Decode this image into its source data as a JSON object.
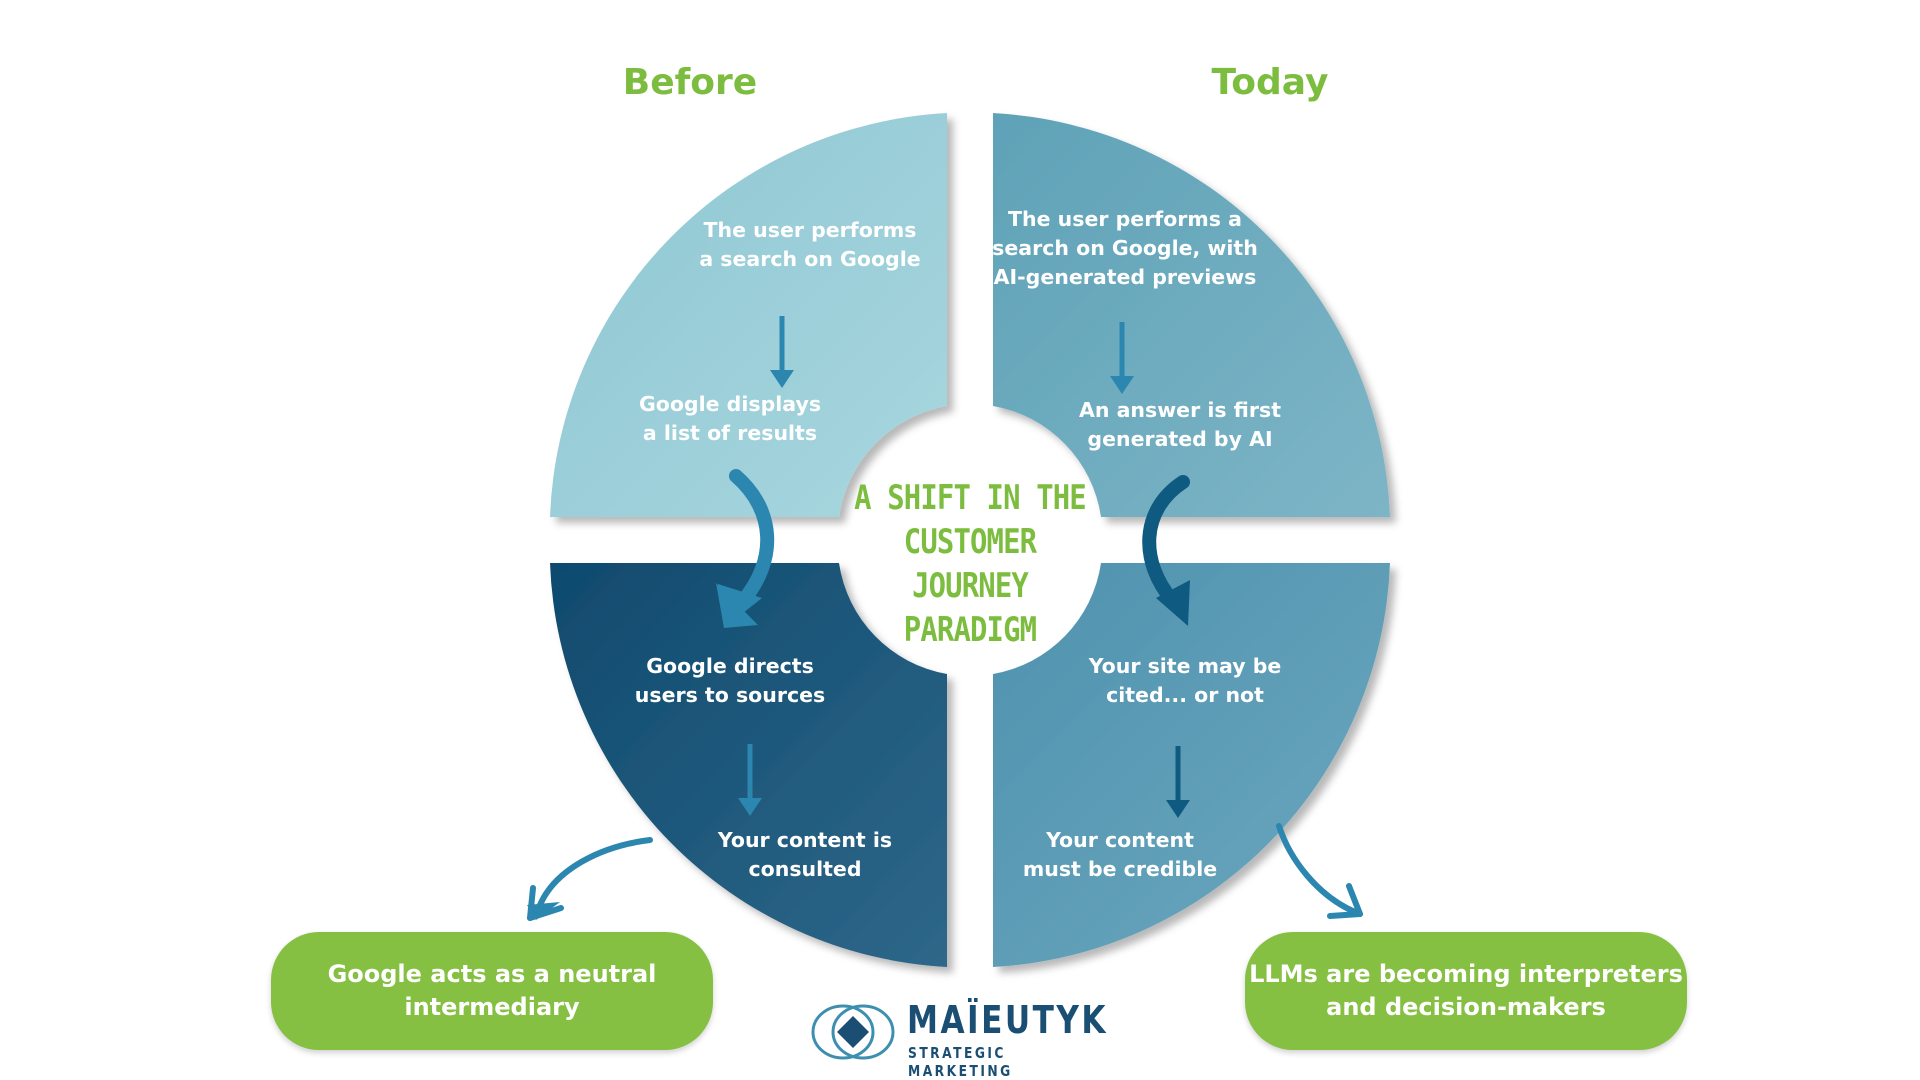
{
  "headings": {
    "before": "Before",
    "today": "Today"
  },
  "center_title": "A SHIFT IN THE\nCUSTOMER JOURNEY\nPARADIGM",
  "quadrants": {
    "before_top": {
      "step1": "The user performs\na search on Google",
      "step2": "Google displays\na list of results"
    },
    "today_top": {
      "step1": "The user performs a\nsearch on Google, with\nAI-generated previews",
      "step2": "An answer is first\ngenerated by AI"
    },
    "before_bottom": {
      "step1": "Google directs\nusers to sources",
      "step2": "Your content is\nconsulted"
    },
    "today_bottom": {
      "step1": "Your site may be\ncited... or not",
      "step2": "Your content\nmust be credible"
    }
  },
  "conclusions": {
    "left": "Google acts as a neutral\nintermediary",
    "right": "LLMs are becoming interpreters\nand decision-makers"
  },
  "logo": {
    "name": "MAÏEUTYK",
    "tagline": "STRATEGIC MARKETING"
  },
  "colors": {
    "accent_green": "#7cbd3f",
    "pill_green": "#86c043",
    "before_top": "#9ccfd8",
    "today_top": "#6aaabc",
    "before_bottom": "#1a5577",
    "today_bottom": "#5a9ab3",
    "arrow_blue": "#2b86b0",
    "logo_navy": "#1a4f73"
  }
}
